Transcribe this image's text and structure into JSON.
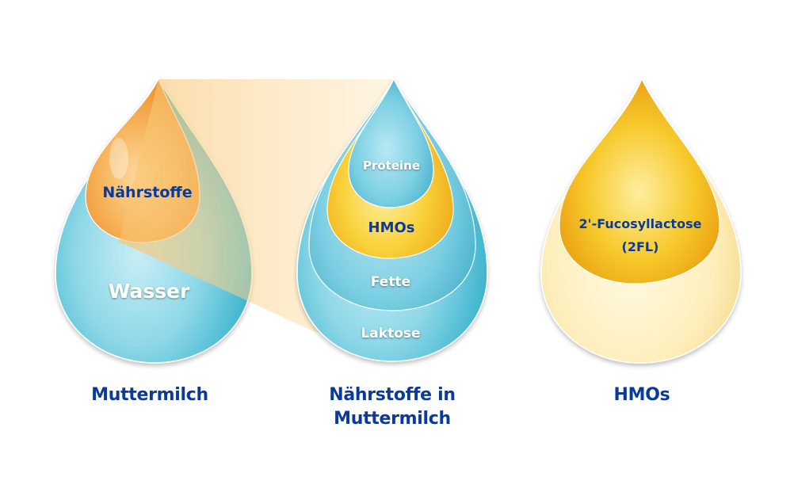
{
  "drop1": {
    "inner_label": "Nährstoffe",
    "outer_label": "Wasser",
    "caption": "Muttermilch"
  },
  "drop2": {
    "layers": [
      "Proteine",
      "HMOs",
      "Fette",
      "Laktose"
    ],
    "caption_line1": "Nährstoffe in",
    "caption_line2": "Muttermilch"
  },
  "drop3": {
    "label_line1": "2'-Fucosyllactose",
    "label_line2": "(2FL)",
    "caption": "HMOs"
  },
  "colors": {
    "text_blue": "#0a3a9a",
    "water_blue": "#56c2d8",
    "nutrient_orange": "#f3a23a",
    "hmo_yellow": "#f3c21a",
    "cream": "#fbe7a2"
  }
}
